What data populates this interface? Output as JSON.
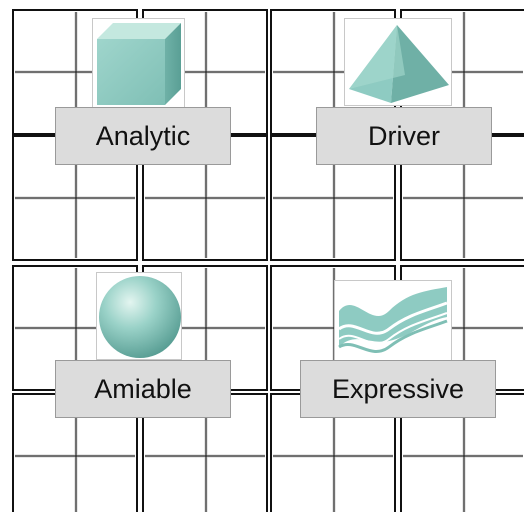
{
  "quadrants": [
    {
      "label": "Analytic",
      "shape": "cube-icon"
    },
    {
      "label": "Driver",
      "shape": "pyramid-icon"
    },
    {
      "label": "Amiable",
      "shape": "sphere-icon"
    },
    {
      "label": "Expressive",
      "shape": "wave-ribbon-icon"
    }
  ],
  "colors": {
    "shape_fill": "#8ecbc2",
    "shape_dark": "#5fa79d",
    "shape_light": "#c2e6dc",
    "label_bg": "#dcdcdc",
    "grid_line": "#111111",
    "background": "#ffffff"
  }
}
